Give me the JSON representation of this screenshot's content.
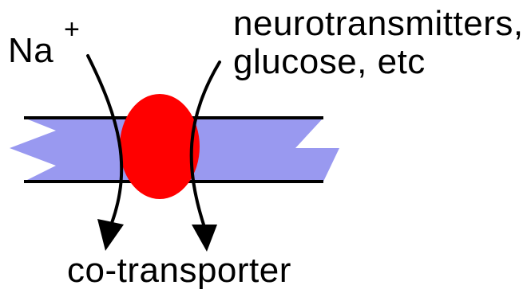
{
  "diagram": {
    "ion_label": "Na",
    "ion_charge": "+",
    "substrate_line1": "neurotransmitters,",
    "substrate_line2": "glucose, etc",
    "caption": "co-transporter"
  },
  "colors": {
    "membrane": "#9999f0",
    "membrane_edge": "#000000",
    "transporter": "#ff0000",
    "arrow": "#000000",
    "background": "#ffffff"
  }
}
